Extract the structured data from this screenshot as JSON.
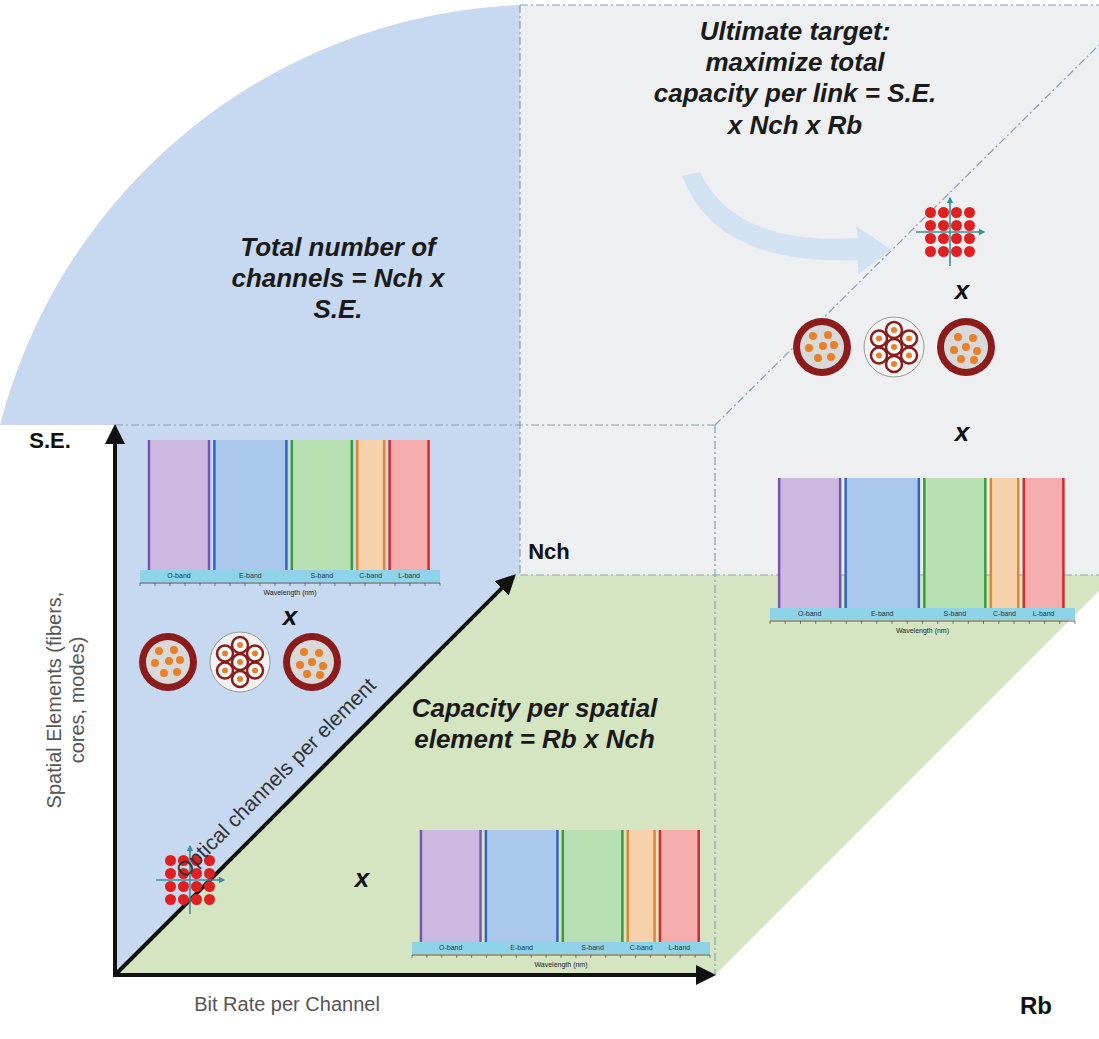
{
  "diagram": {
    "nodes": [
      {
        "text": [
          "Ultimate target: maximize total capacity per link = S.E. x Nch x Rb"
        ]
      },
      {
        "text": [
          "Total number of channels = Nch x S.E."
        ]
      },
      {
        "text": [
          "Capacity per spatial element = Rb x Nch"
        ]
      }
    ],
    "labels": [
      "S.E.",
      "Spatial Elements (fibers, cores, modes)",
      "Optical channels per element",
      "Nch",
      "Bit Rate per Channel",
      "Rb",
      "x",
      "x",
      "x",
      "x",
      "O-band",
      "E-band",
      "S-band",
      "C-band",
      "L-band",
      "Wavelength (nm)",
      "O-band",
      "E-band",
      "S-band",
      "C-band",
      "L-band",
      "Wavelength (nm)",
      "O-band",
      "E-band",
      "S-band",
      "C-band",
      "L-band",
      "Wavelength (nm)"
    ]
  }
}
